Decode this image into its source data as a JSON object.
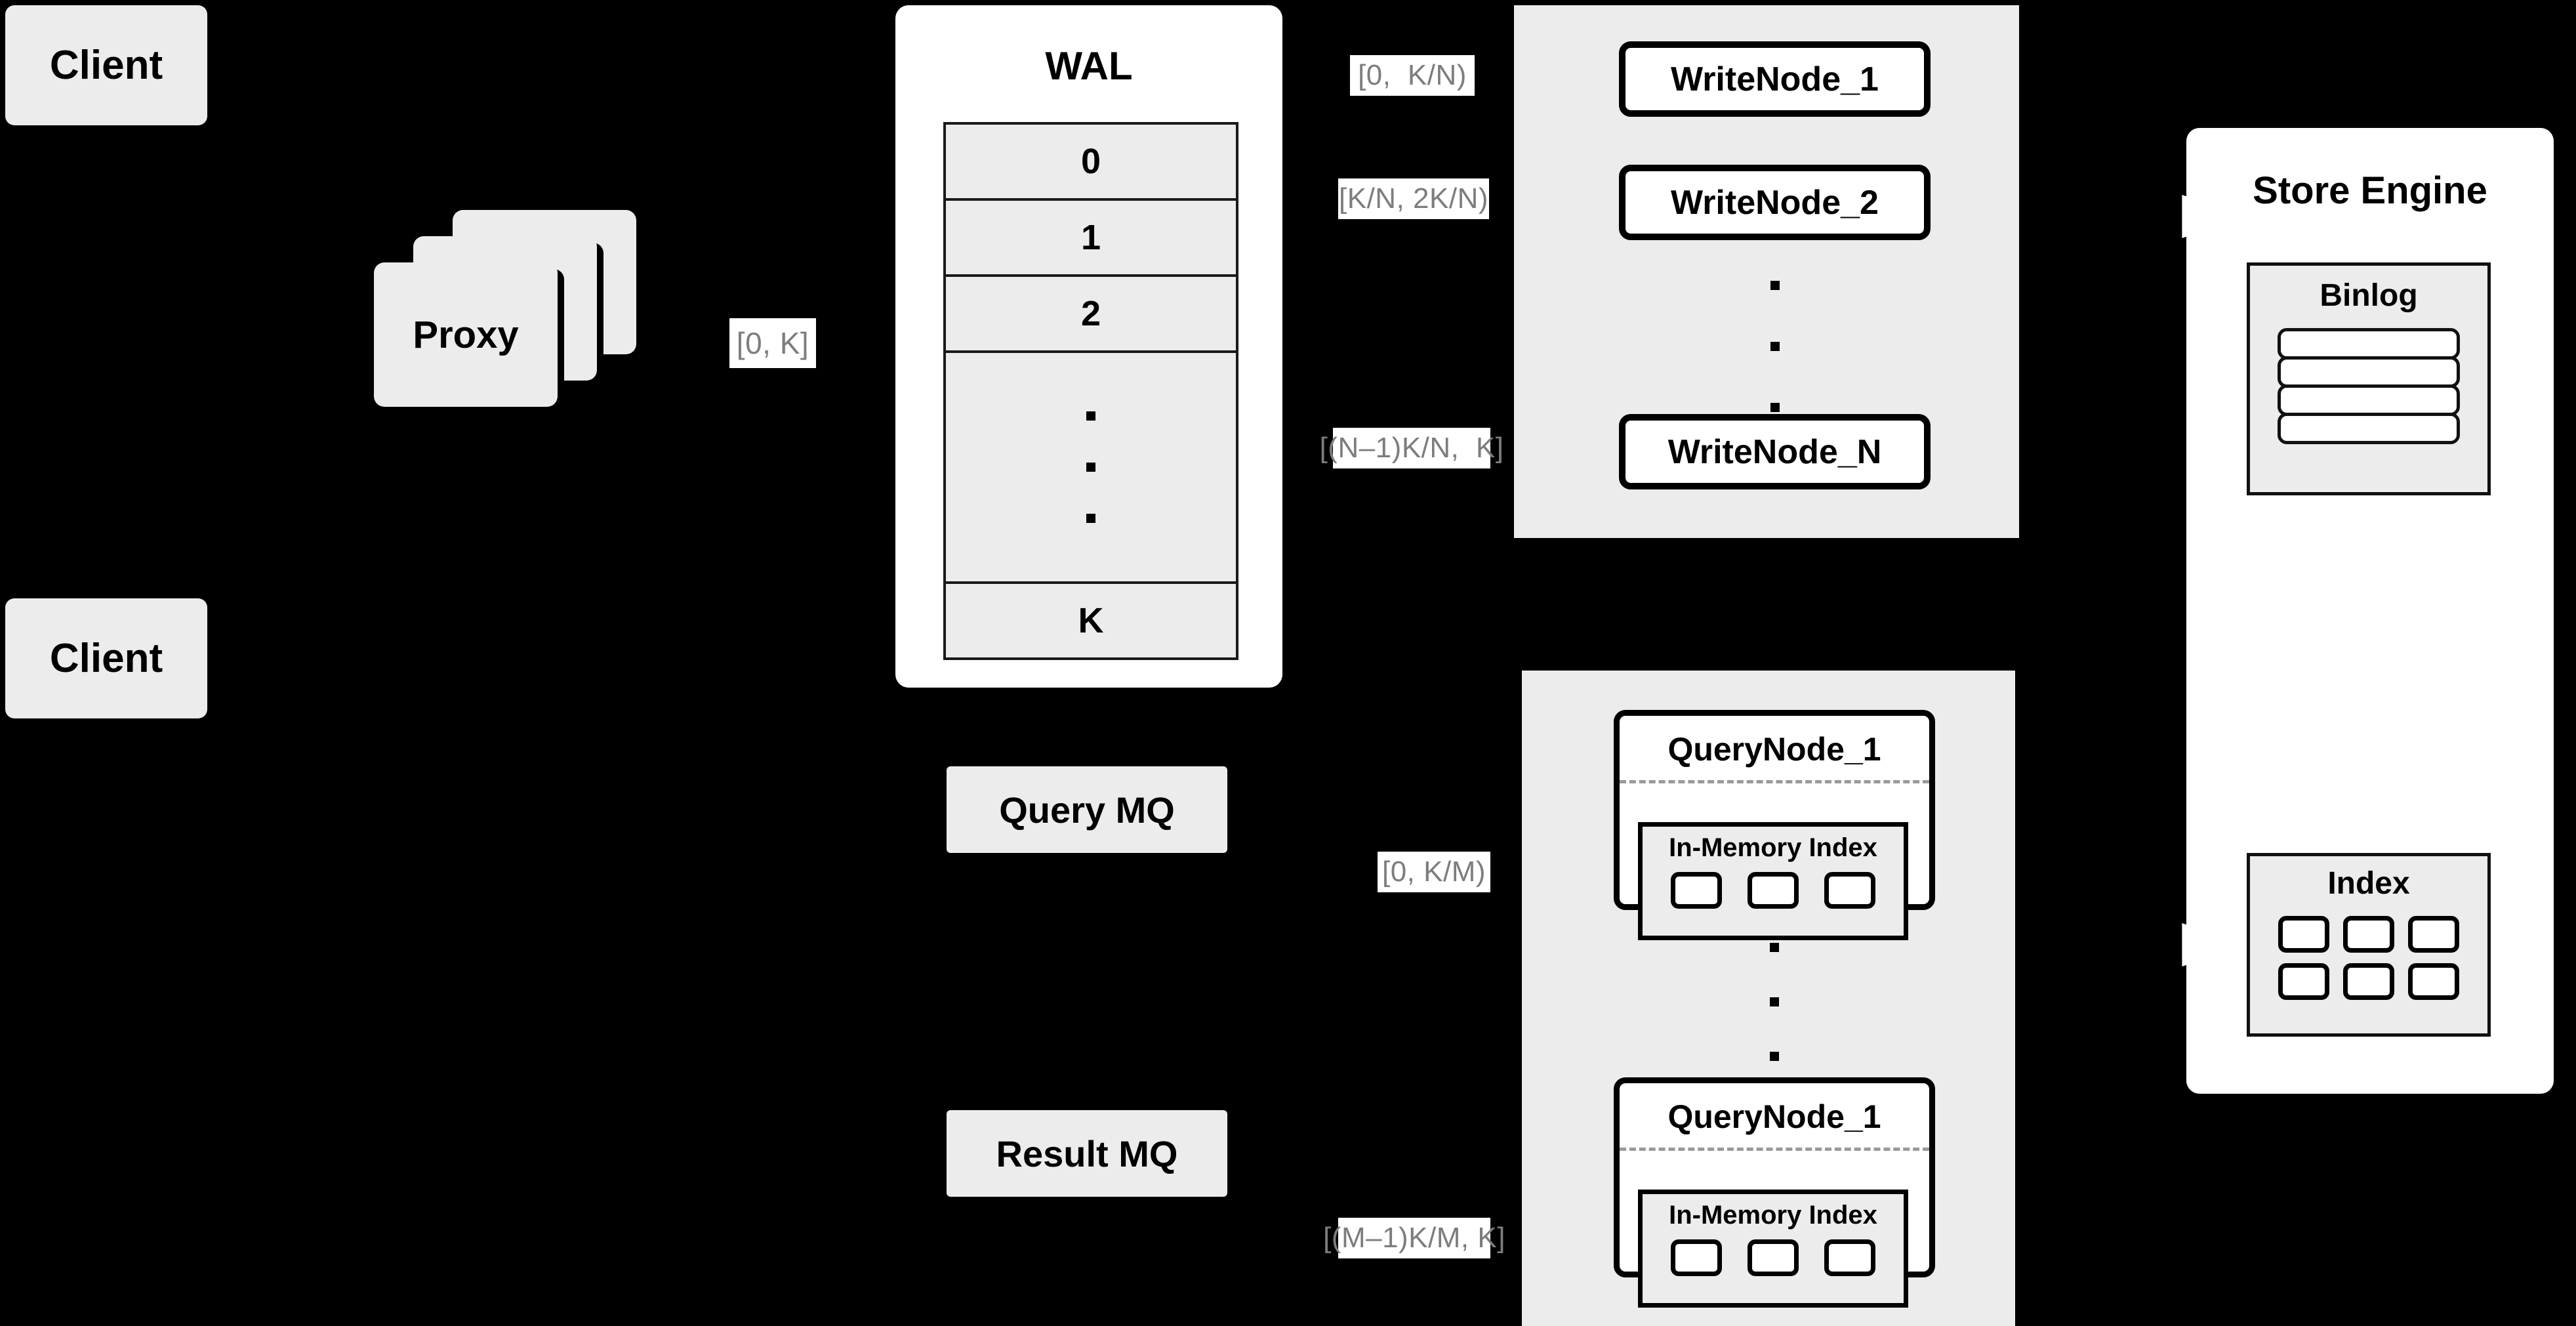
{
  "meta": {
    "title": "Distributed Vector Database Write/Query Architecture",
    "background_color": "#000000",
    "card_fill": "#ececec",
    "panel_fill": "#ffffff",
    "label_text_color": "#7d7d7d",
    "stroke_color": "#000000"
  },
  "clients": [
    {
      "label": "Client"
    },
    {
      "label": "Client"
    }
  ],
  "proxy": {
    "label": "Proxy",
    "stack_count": 3
  },
  "range_labels": {
    "proxy_range": "[0, K]",
    "write_1": "[0,  K/N)",
    "write_2": "[K/N, 2K/N)",
    "write_n": "[(N–1)K/N,  K]",
    "query_1": "[0, K/M)",
    "query_m": "[(M–1)K/M, K]"
  },
  "wal": {
    "title": "WAL",
    "rows": [
      "0",
      "1",
      "2",
      "",
      "K"
    ],
    "ellipsis_row_index": 3,
    "ellipsis_dots": 3
  },
  "message_queues": [
    {
      "label": "Query MQ"
    },
    {
      "label": "Result MQ"
    }
  ],
  "write_cluster": {
    "nodes": [
      {
        "label": "WriteNode_1"
      },
      {
        "label": "WriteNode_2"
      },
      {
        "label": "WriteNode_N"
      }
    ],
    "ellipsis_dots": 3
  },
  "query_cluster": {
    "nodes": [
      {
        "title": "QueryNode_1",
        "index_label": "In-Memory Index",
        "chips": 3
      },
      {
        "title": "QueryNode_1",
        "index_label": "In-Memory Index",
        "chips": 3
      }
    ],
    "ellipsis_dots": 3
  },
  "store_engine": {
    "title": "Store Engine",
    "binlog": {
      "title": "Binlog",
      "bars": 4
    },
    "index": {
      "title": "Index",
      "chips": 6,
      "columns": 3,
      "rows": 2
    }
  }
}
